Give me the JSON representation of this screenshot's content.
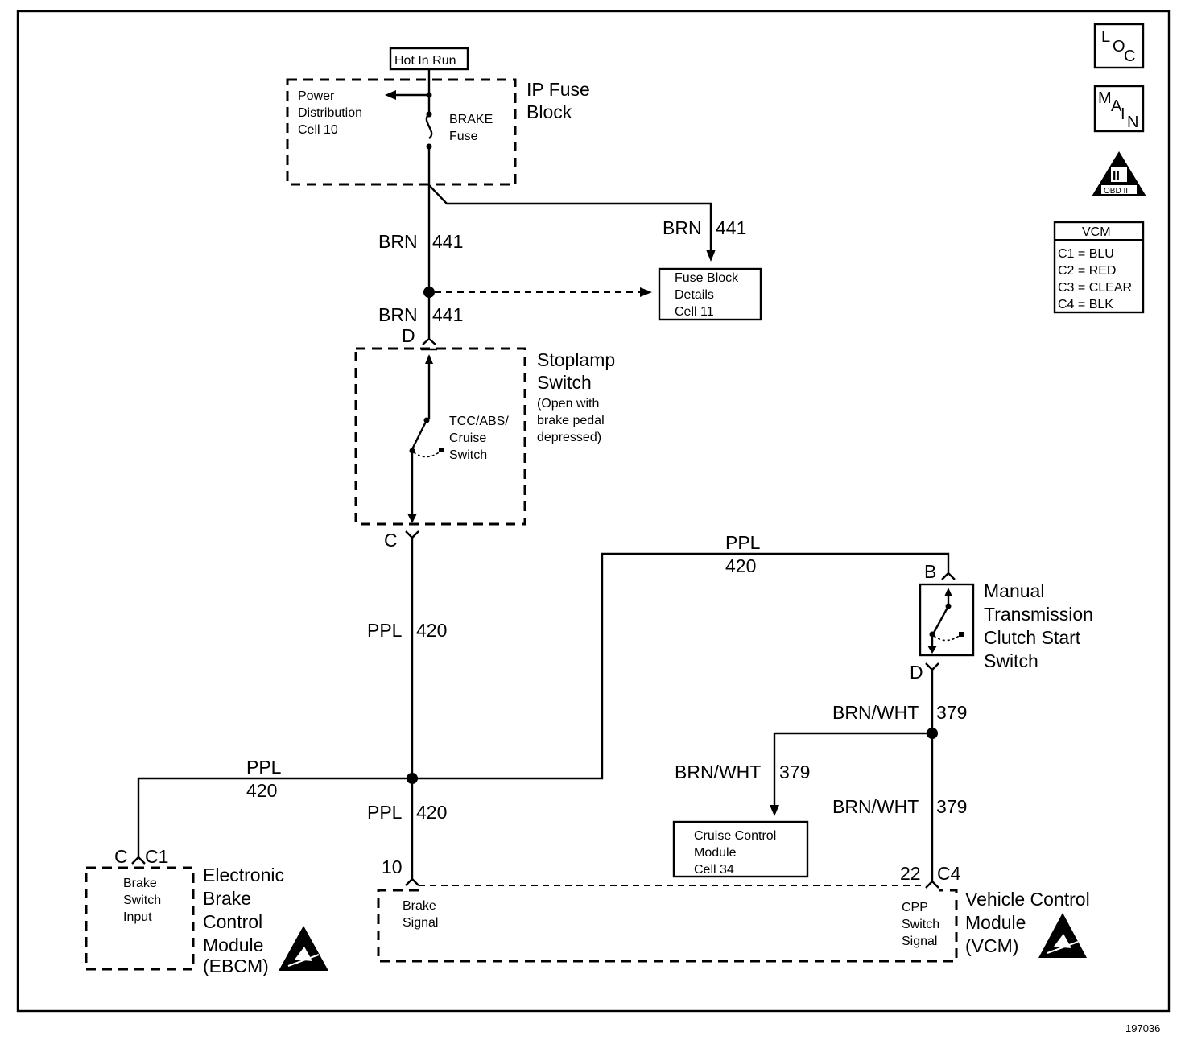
{
  "power": {
    "hot_label": "Hot In Run"
  },
  "fuse_block": {
    "title_line1": "IP Fuse",
    "title_line2": "Block",
    "power_dist_line1": "Power",
    "power_dist_line2": "Distribution",
    "power_dist_line3": "Cell 10",
    "fuse_line1": "BRAKE",
    "fuse_line2": "Fuse"
  },
  "wires": {
    "brn441_top_color": "BRN",
    "brn441_top_num": "441",
    "brn441_right_color": "BRN",
    "brn441_right_num": "441",
    "brn441_mid_color": "BRN",
    "brn441_mid_num": "441",
    "ppl420_vert_color": "PPL",
    "ppl420_vert_num": "420",
    "ppl420_top_color": "PPL",
    "ppl420_top_num": "420",
    "ppl420_left_color": "PPL",
    "ppl420_left_num": "420",
    "ppl420_low_color": "PPL",
    "ppl420_low_num": "420",
    "brnwht379_top_color": "BRN/WHT",
    "brnwht379_top_num": "379",
    "brnwht379_cruise_color": "BRN/WHT",
    "brnwht379_cruise_num": "379",
    "brnwht379_vcm_color": "BRN/WHT",
    "brnwht379_vcm_num": "379"
  },
  "fuse_details": {
    "line1": "Fuse Block",
    "line2": "Details",
    "line3": "Cell 11"
  },
  "stoplamp": {
    "title_line1": "Stoplamp",
    "title_line2": "Switch",
    "note_line1": "(Open with",
    "note_line2": "brake pedal",
    "note_line3": "depressed)",
    "switch_line1": "TCC/ABS/",
    "switch_line2": "Cruise",
    "switch_line3": "Switch",
    "pin_top": "D",
    "pin_bottom": "C"
  },
  "clutch": {
    "title_line1": "Manual",
    "title_line2": "Transmission",
    "title_line3": "Clutch Start",
    "title_line4": "Switch",
    "pin_top": "B",
    "pin_bottom": "D"
  },
  "ebcm": {
    "pin": "C",
    "connector": "C1",
    "input_line1": "Brake",
    "input_line2": "Switch",
    "input_line3": "Input",
    "title_line1": "Electronic",
    "title_line2": "Brake",
    "title_line3": "Control",
    "title_line4": "Module",
    "title_line5": "(EBCM)"
  },
  "cruise": {
    "line1": "Cruise Control",
    "line2": "Module",
    "line3": "Cell 34"
  },
  "vcm": {
    "pin_left": "10",
    "pin_right": "22",
    "connector": "C4",
    "brake_line1": "Brake",
    "brake_line2": "Signal",
    "cpp_line1": "CPP",
    "cpp_line2": "Switch",
    "cpp_line3": "Signal",
    "title_line1": "Vehicle Control",
    "title_line2": "Module",
    "title_line3": "(VCM)"
  },
  "legend": {
    "title": "VCM",
    "items": [
      "C1 = BLU",
      "C2 = RED",
      "C3 = CLEAR",
      "C4 = BLK"
    ]
  },
  "nav": {
    "loc_l": "L",
    "loc_o": "O",
    "loc_c": "C",
    "main_m": "M",
    "main_a": "A",
    "main_i": "I",
    "main_n": "N",
    "obd_numeral": "II",
    "obd_label": "OBD II"
  },
  "figure_id": "197036"
}
